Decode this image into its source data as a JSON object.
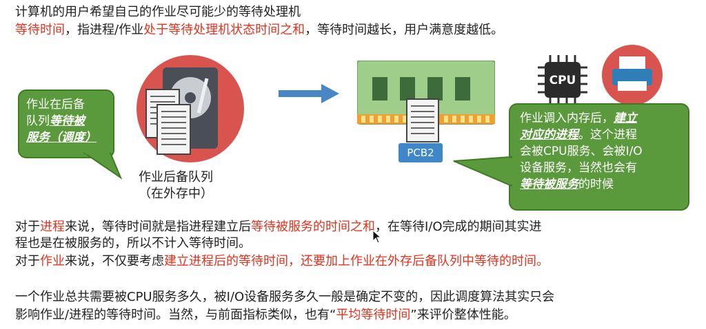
{
  "header": {
    "line1": "计算机的用户希望自己的作业尽可能少的等待处理机",
    "line2": {
      "a": "等待时间",
      "b": "，指进程/作业",
      "c": "处于等待处理机状态时间之和",
      "d": "，等待时间越长，用户满意度越低。"
    }
  },
  "left_callout": {
    "line1": "作业在后备",
    "line2_plain": "队列",
    "line2_em": "等待被",
    "line3_em": "服务（调度）"
  },
  "queue_caption": {
    "line1": "作业后备队列",
    "line2": "（在外存中）"
  },
  "pcb_label": "PCB2",
  "cpu_label": "CPU",
  "right_callout": {
    "line1_plain": "作业调入内存后，",
    "line1_em": "建立",
    "line2_em": "对应的进程",
    "line2_plain": "。这个进程",
    "line3": "会被CPU服务、会被I/O",
    "line4": "设备服务，当然也会有",
    "line5_em": "等待被服务",
    "line5_plain": "的时候"
  },
  "para1": {
    "a": "对于",
    "b": "进程",
    "c": "来说，等待时间就是指进程建立后",
    "d": "等待被服务的时间之和",
    "e": "，在等待I/O完成的期间其实进",
    "line2": "程也是在被服务的，所以不计入等待时间。"
  },
  "para2": {
    "a": "对于",
    "b": "作业",
    "c": "来说，不仅要考虑",
    "d": "建立进程后的等待时间",
    "e": "，还要加上作业在外存后备队列中等待的时间。"
  },
  "para3": {
    "line1": "一个作业总共需要被CPU服务多久，被I/O设备服务多久一般是确定不变的，因此调度算法其实只会",
    "line2_a": "影响作业/进程的等待时间。当然，与前面指标类似，也有“",
    "line2_b": "平均等待时间",
    "line2_c": "”来评价整体性能。"
  },
  "colors": {
    "accent_red": "#e8321e",
    "callout_green": "#5b9a3c",
    "pcb_blue": "#3f87c8",
    "disk_circle": "#d9534f"
  },
  "icons": [
    "hard-disk-icon",
    "document-icon",
    "arrow-right-icon",
    "memory-module-icon",
    "cpu-chip-icon",
    "printer-icon",
    "cursor-icon"
  ]
}
